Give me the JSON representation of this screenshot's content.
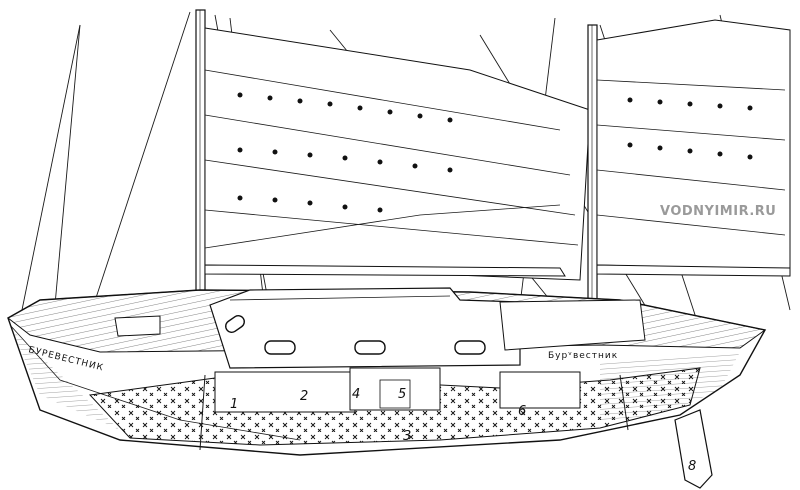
{
  "drawing": {
    "hull_name_bow": "БУРЕВЕСТНИК",
    "hull_name_cabin": "Бурᵛвестник",
    "watermark": "VODNYIMIR.RU",
    "callouts": [
      "1",
      "2",
      "3",
      "4",
      "5",
      "6",
      "8"
    ]
  }
}
